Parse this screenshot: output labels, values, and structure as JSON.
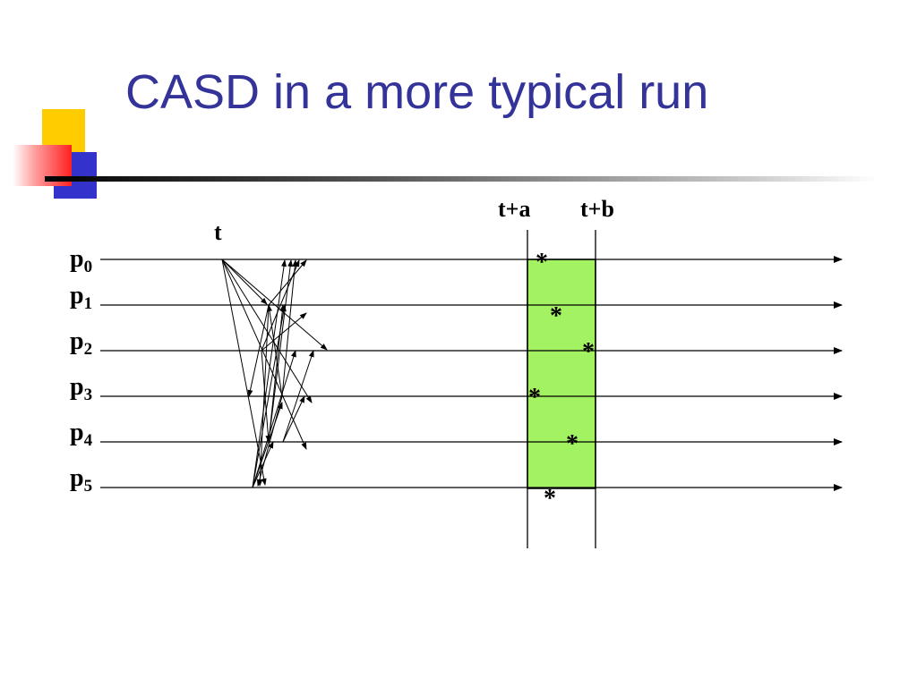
{
  "slide": {
    "title": "CASD in a more typical run"
  },
  "diagram": {
    "time_labels": {
      "t": "t",
      "t_plus_a": "t+a",
      "t_plus_b": "t+b"
    },
    "processes": [
      {
        "base": "p",
        "sub": "0"
      },
      {
        "base": "p",
        "sub": "1"
      },
      {
        "base": "p",
        "sub": "2"
      },
      {
        "base": "p",
        "sub": "3"
      },
      {
        "base": "p",
        "sub": "4"
      },
      {
        "base": "p",
        "sub": "5"
      }
    ],
    "delivery_marker": "*",
    "colors": {
      "window_fill": "#a3f261",
      "title": "#333399",
      "line": "#000000"
    }
  }
}
